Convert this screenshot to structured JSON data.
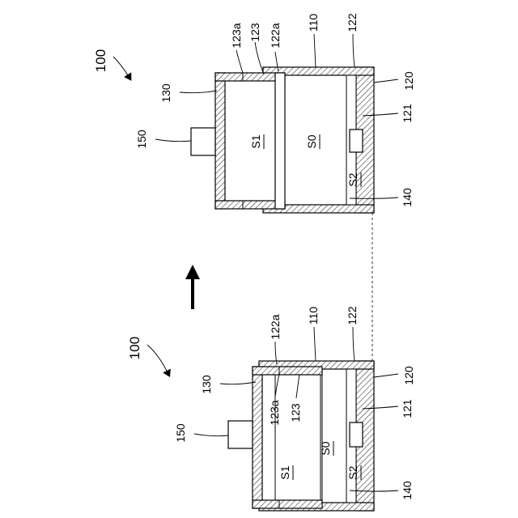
{
  "figure": {
    "top_assembly": {
      "ref": "100",
      "labels": {
        "l123a": "123a",
        "l123": "123",
        "l122a": "122a",
        "l110": "110",
        "l122": "122",
        "l120": "120",
        "l121": "121",
        "l130": "130",
        "l150": "150",
        "l140": "140",
        "s1": "S1",
        "s0": "S0",
        "s2": "S2"
      }
    },
    "bottom_assembly": {
      "ref": "100",
      "labels": {
        "l122a": "122a",
        "l110": "110",
        "l122": "122",
        "l120": "120",
        "l121": "121",
        "l130": "130",
        "l150": "150",
        "l140": "140",
        "l123a": "123a",
        "l123": "123",
        "s1": "S1",
        "s0": "S0",
        "s2": "S2"
      }
    },
    "arrow": "up-arrow"
  }
}
